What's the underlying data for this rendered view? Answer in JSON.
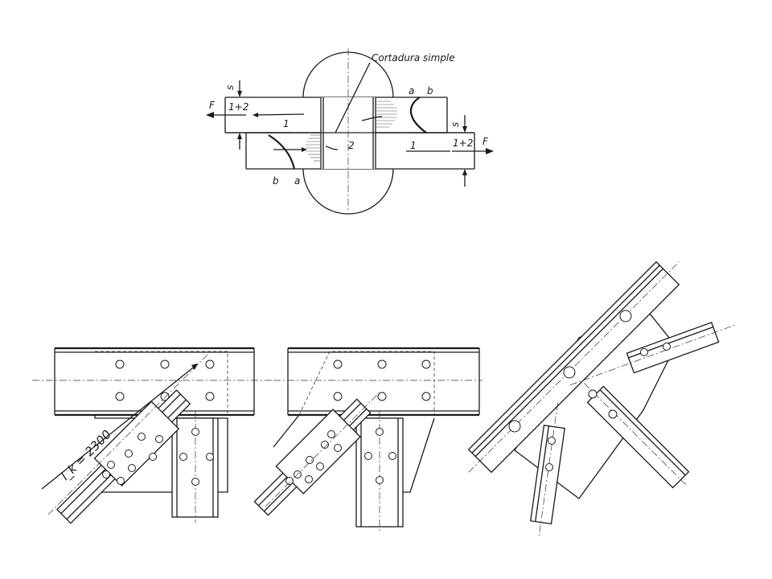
{
  "shear_diagram": {
    "title": "Cortadura simple",
    "force_left": "F",
    "force_right": "F",
    "sum_left": "1+2",
    "sum_right": "1+2",
    "label_1_top": "1",
    "label_1_bottom": "1",
    "label_2": "2",
    "label_a_top": "a",
    "label_b_top": "b",
    "label_a_bottom": "a",
    "label_b_bottom": "b",
    "thickness_left": "s",
    "thickness_right": "s"
  },
  "gusset_connections": {
    "buckling_length_label": "l_k = 2300"
  }
}
